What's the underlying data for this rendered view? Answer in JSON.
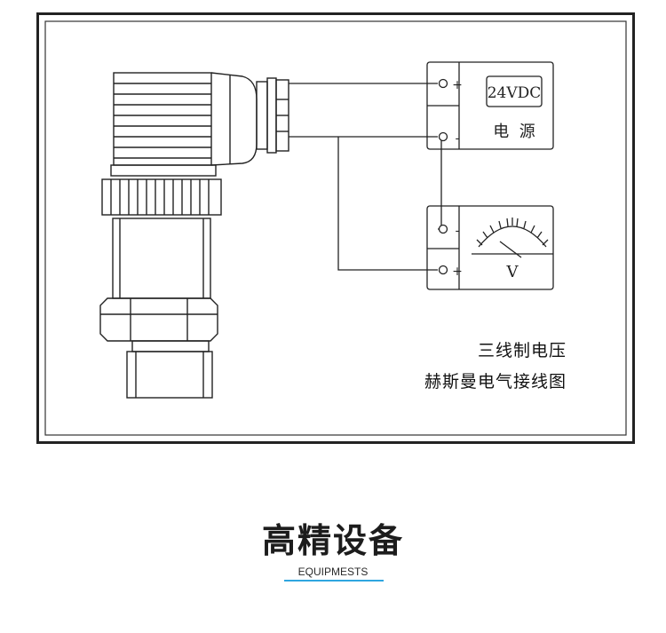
{
  "diagram": {
    "caption_line1": "三线制电压",
    "caption_line2": "赫斯曼电气接线图",
    "power_supply": {
      "voltage_label": "24VDC",
      "name_label": "电  源",
      "plus": "+",
      "minus": "-"
    },
    "voltmeter": {
      "unit_label": "V",
      "plus": "+",
      "minus": "-"
    }
  },
  "section": {
    "title": "高精设备",
    "subtitle": "EQUIPMESTS",
    "accent_color": "#2fa6e0"
  }
}
